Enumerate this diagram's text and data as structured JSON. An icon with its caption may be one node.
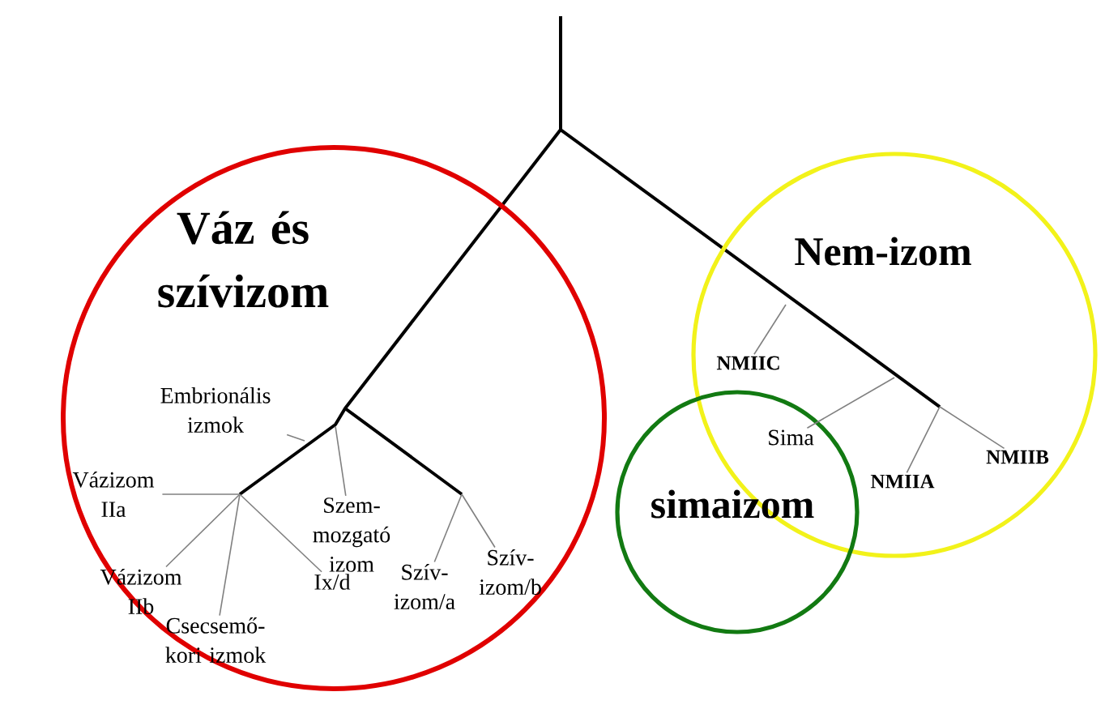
{
  "diagram": {
    "nodes": [
      {
        "text": [
          "Váz és szívizom"
        ]
      },
      {
        "text": [
          "Embrionális izmok"
        ],
        "in": 0
      },
      {
        "text": [
          "Vázizom IIa"
        ],
        "in": 0
      },
      {
        "text": [
          "Szem-mozgató izom"
        ],
        "in": 0
      },
      {
        "text": [
          "Vázizom IIb"
        ],
        "in": 0
      },
      {
        "text": [
          "Ix/d"
        ],
        "in": 0
      },
      {
        "text": [
          "Szív-izom/b"
        ],
        "in": 0
      },
      {
        "text": [
          "Szív-izom/a"
        ],
        "in": 0
      },
      {
        "text": [
          "Csecsemő-kori izmok"
        ],
        "in": 0
      },
      {
        "text": [
          "Nem-izom"
        ]
      },
      {
        "text": [
          "NMIIC"
        ],
        "in": 9
      },
      {
        "text": [
          "simaizom"
        ]
      },
      {
        "text": [
          "Sima"
        ]
      },
      {
        "text": [
          "NMIIB"
        ],
        "in": 9
      },
      {
        "text": [
          "NMIIA"
        ],
        "in": 9
      }
    ],
    "edges": [
      {
        "from": 1,
        "to": null,
        "arrow": "none"
      },
      {
        "from": 2,
        "to": null,
        "arrow": "none"
      },
      {
        "from": 3,
        "to": null,
        "arrow": "none"
      },
      {
        "from": 4,
        "to": null,
        "arrow": "none"
      },
      {
        "from": 5,
        "to": null,
        "arrow": "none"
      },
      {
        "from": 6,
        "to": null,
        "arrow": "none"
      },
      {
        "from": 7,
        "to": null,
        "arrow": "none"
      },
      {
        "from": 8,
        "to": null,
        "arrow": "none"
      },
      {
        "from": 10,
        "to": null,
        "arrow": "none"
      },
      {
        "from": 12,
        "to": null,
        "arrow": "none"
      },
      {
        "from": 13,
        "to": null,
        "arrow": "none"
      },
      {
        "from": 14,
        "to": null,
        "arrow": "none"
      }
    ]
  }
}
